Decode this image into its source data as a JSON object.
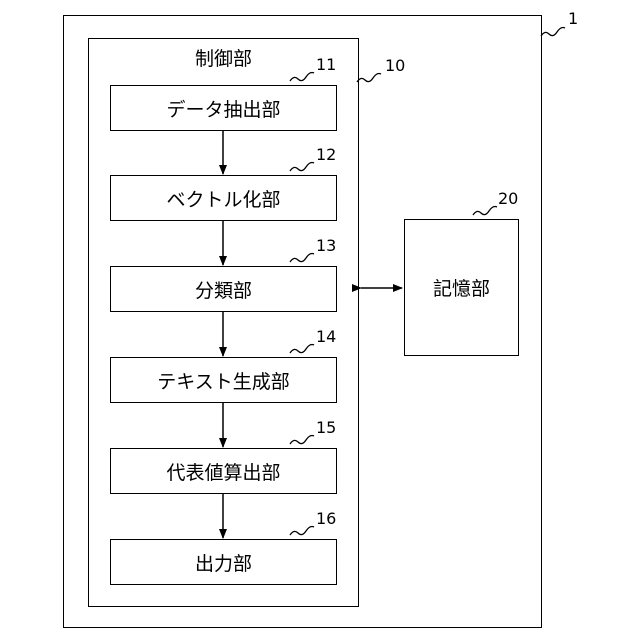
{
  "system": {
    "ref": "1"
  },
  "control": {
    "title": "制御部",
    "ref": "10"
  },
  "units": [
    {
      "label": "データ抽出部",
      "ref": "11"
    },
    {
      "label": "ベクトル化部",
      "ref": "12"
    },
    {
      "label": "分類部",
      "ref": "13"
    },
    {
      "label": "テキスト生成部",
      "ref": "14"
    },
    {
      "label": "代表値算出部",
      "ref": "15"
    },
    {
      "label": "出力部",
      "ref": "16"
    }
  ],
  "storage": {
    "label": "記憶部",
    "ref": "20"
  }
}
